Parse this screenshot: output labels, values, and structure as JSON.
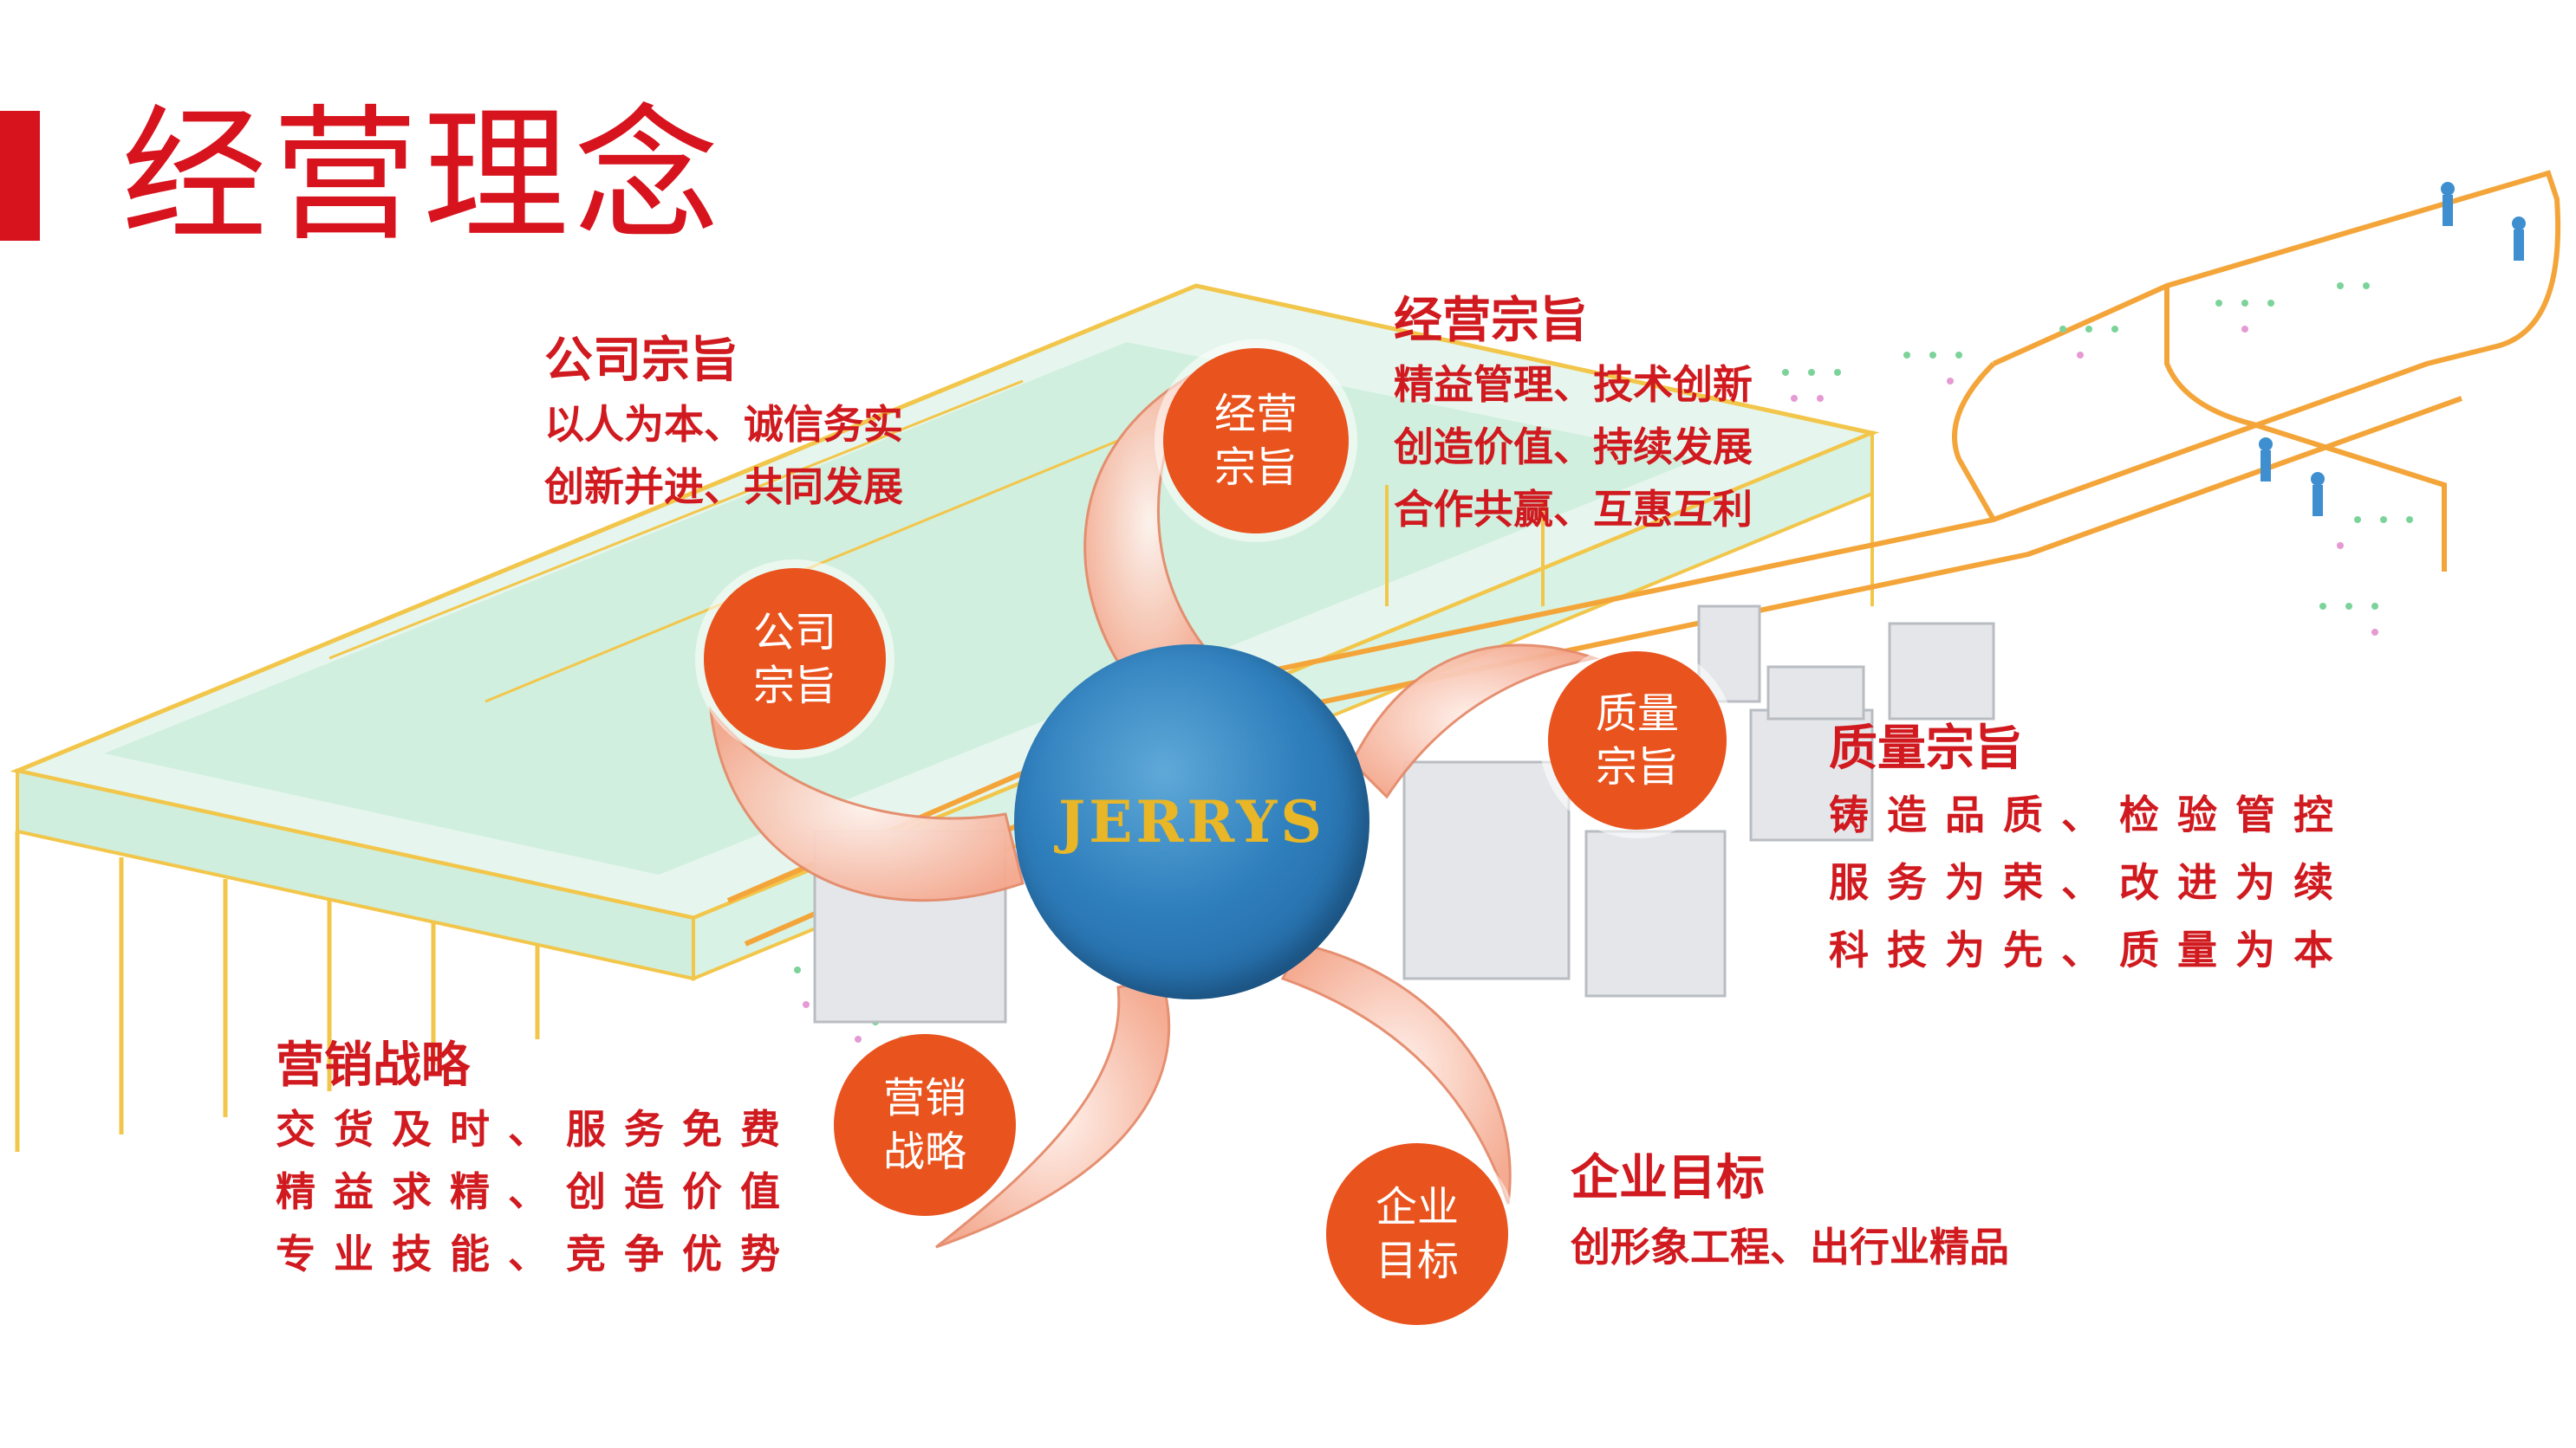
{
  "page_title": "经营理念",
  "hub": {
    "label": "JERRYS"
  },
  "nodes": {
    "company": {
      "line1": "公司",
      "line2": "宗旨"
    },
    "business": {
      "line1": "经营",
      "line2": "宗旨"
    },
    "quality": {
      "line1": "质量",
      "line2": "宗旨"
    },
    "marketing": {
      "line1": "营销",
      "line2": "战略"
    },
    "target": {
      "line1": "企业",
      "line2": "目标"
    }
  },
  "blocks": {
    "company": {
      "title": "公司宗旨",
      "lines": [
        "以人为本、诚信务实",
        "创新并进、共同发展"
      ]
    },
    "business": {
      "title": "经营宗旨",
      "lines": [
        "精益管理、技术创新",
        "创造价值、持续发展",
        "合作共赢、互惠互利"
      ]
    },
    "quality": {
      "title": "质量宗旨",
      "lines": [
        "铸造品质、检验管控",
        "服务为荣、改进为续",
        "科技为先、质量为本"
      ]
    },
    "marketing": {
      "title": "营销战略",
      "lines": [
        "交货及时、服务免费",
        "精益求精、创造价值",
        "专业技能、竞争优势"
      ]
    },
    "target": {
      "title": "企业目标",
      "lines": [
        "创形象工程、出行业精品"
      ]
    }
  },
  "colors": {
    "accent_red": "#d7131e",
    "node_orange": "#e9531e",
    "hub_blue": "#2f7fbd",
    "hub_text_gold": "#e8b626",
    "petal_pink": "#f6b8a4",
    "conveyor_orange": "#f4a53a",
    "booth_green": "#bfe9d2"
  }
}
